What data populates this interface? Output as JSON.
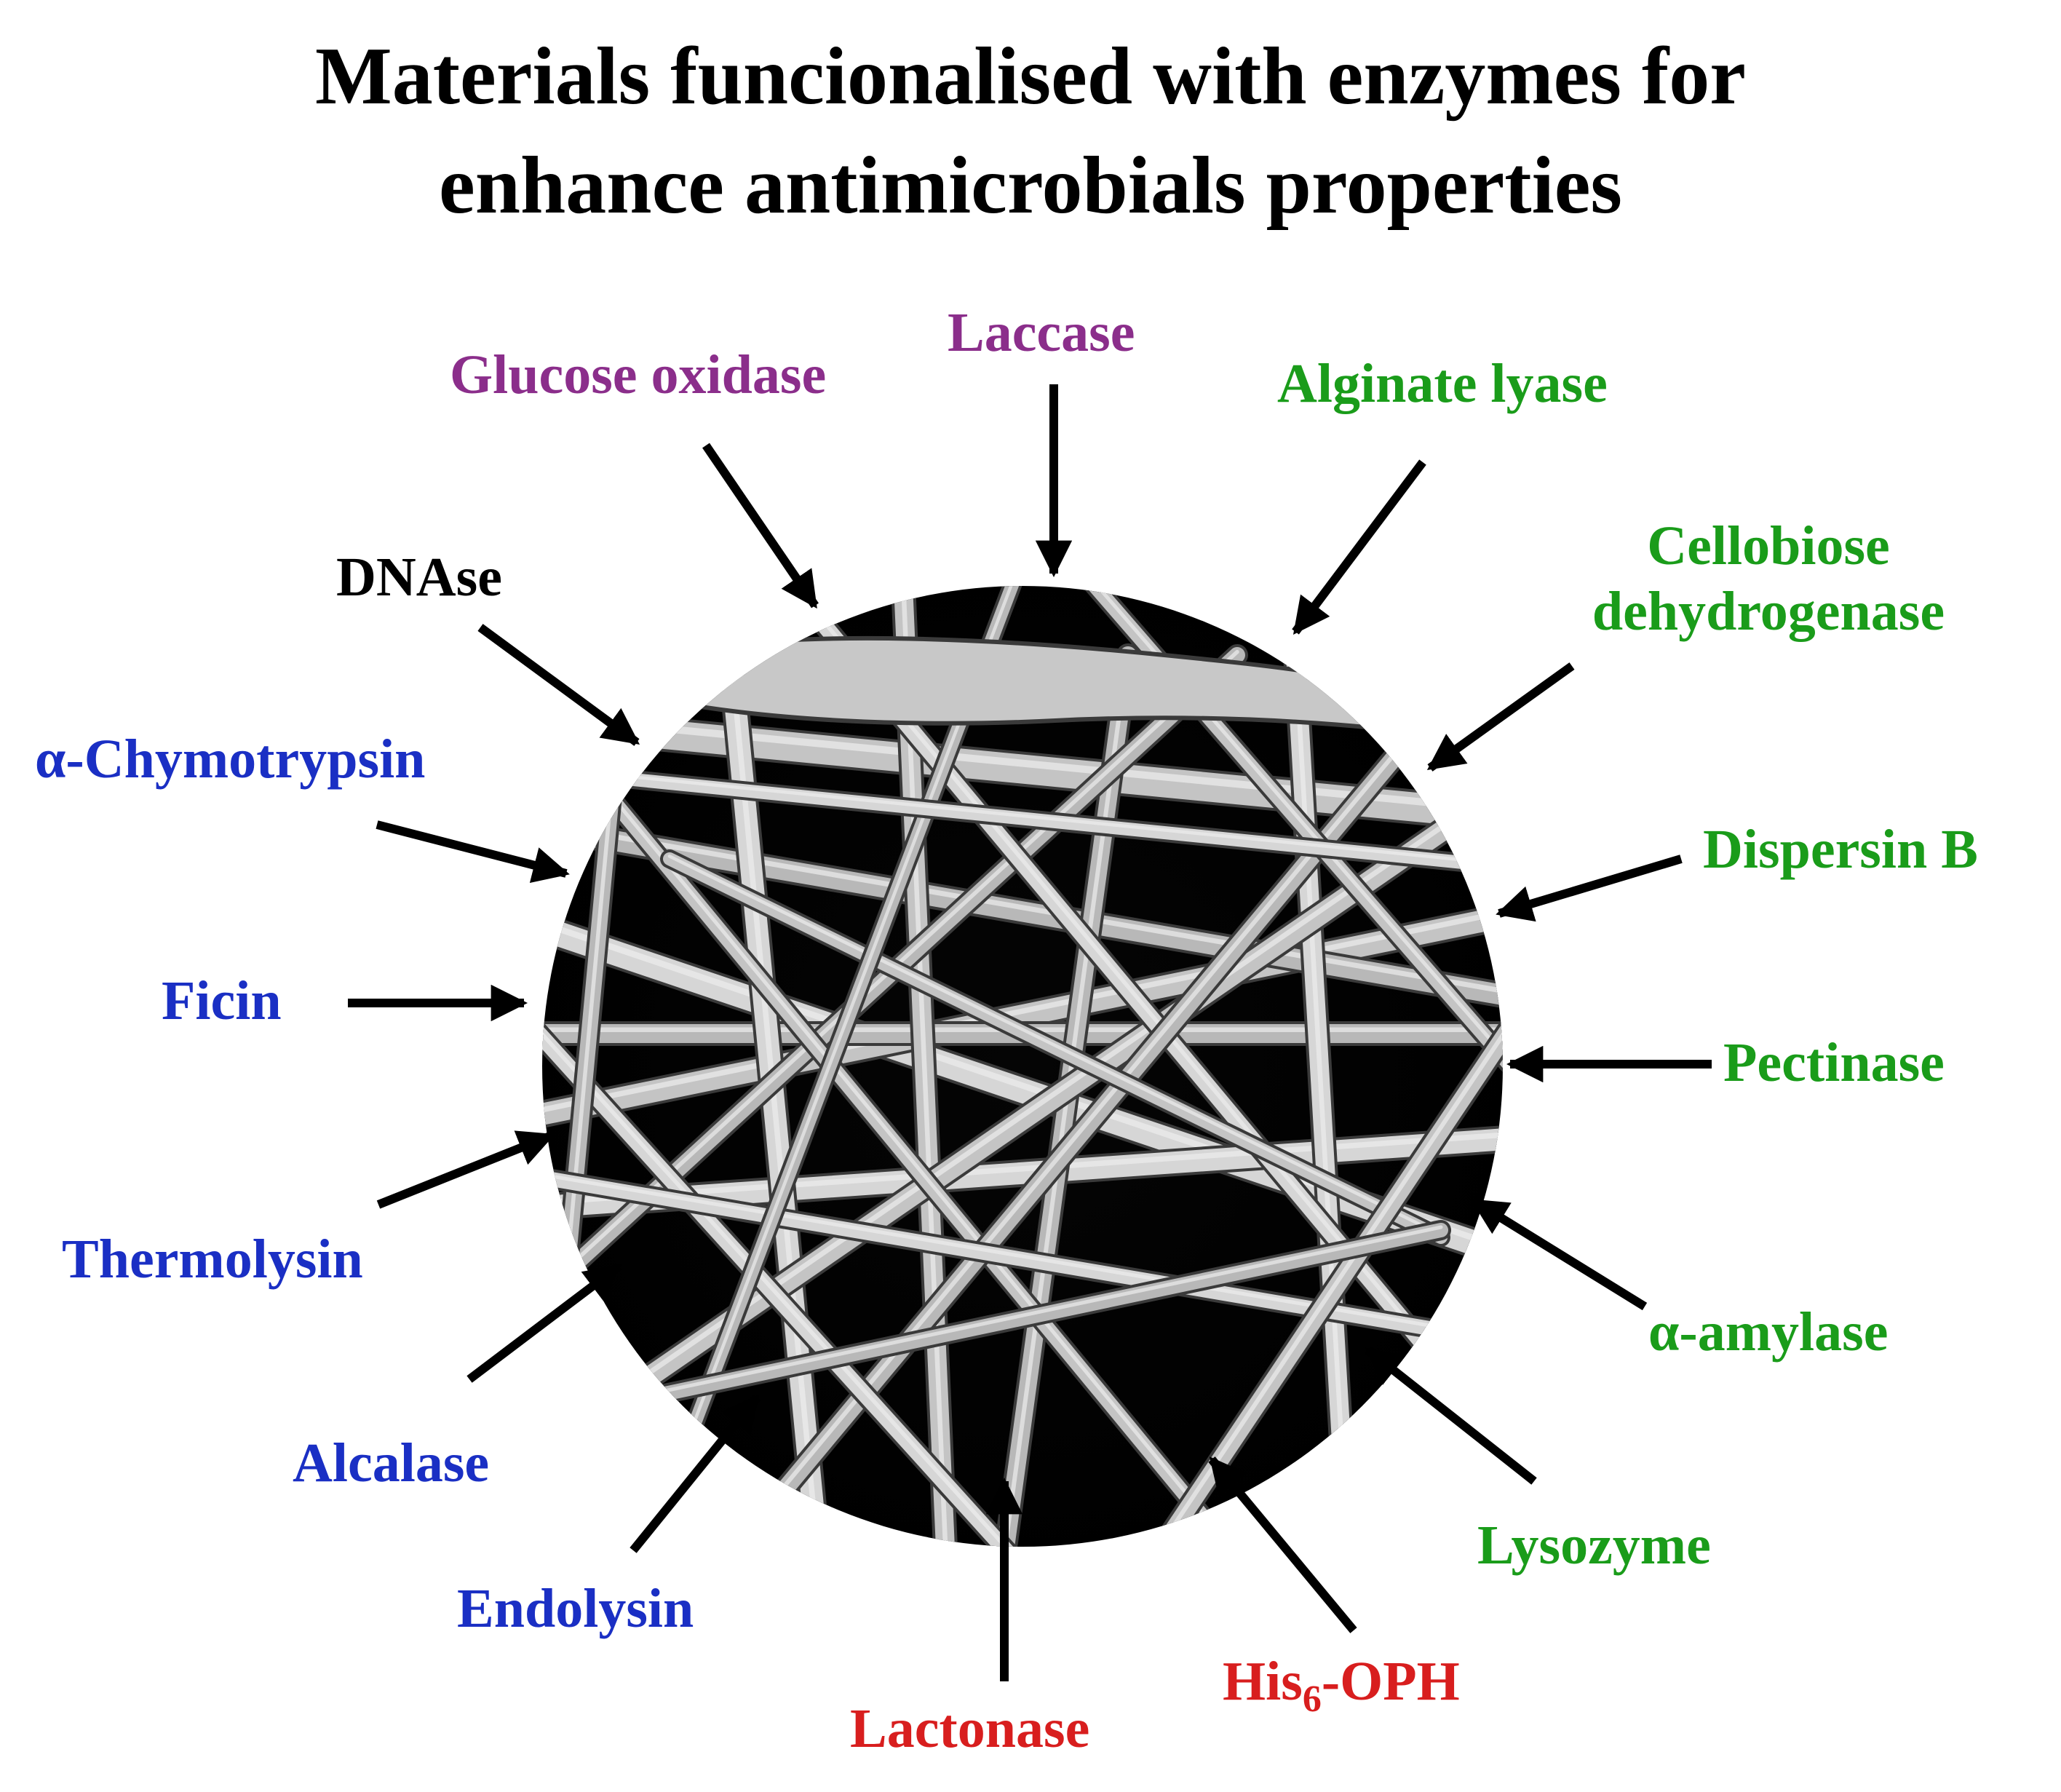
{
  "title": {
    "line1": "Materials funcionalised with enzymes for",
    "line2": "enhance antimicrobials properties"
  },
  "colors": {
    "purple": "#8b2e8b",
    "green": "#1a9c1a",
    "blue": "#1a2fc4",
    "red": "#d81e1e",
    "black": "#000000",
    "arrow": "#000000"
  },
  "image": {
    "kind": "scanning electron micrograph of a nanofibre mat"
  },
  "enzymes": [
    {
      "id": "glucose-oxidase",
      "label": "Glucose oxidase",
      "color_group": "purple"
    },
    {
      "id": "laccase",
      "label": "Laccase",
      "color_group": "purple"
    },
    {
      "id": "alginate-lyase",
      "label": "Alginate lyase",
      "color_group": "green"
    },
    {
      "id": "cellobiose-dehydrogenase",
      "label_line1": "Cellobiose",
      "label_line2": "dehydrogenase",
      "color_group": "green"
    },
    {
      "id": "dispersin-b",
      "label": "Dispersin B",
      "color_group": "green"
    },
    {
      "id": "pectinase",
      "label": "Pectinase",
      "color_group": "green"
    },
    {
      "id": "alpha-amylase",
      "label": "α-amylase",
      "color_group": "green"
    },
    {
      "id": "lysozyme",
      "label": "Lysozyme",
      "color_group": "green"
    },
    {
      "id": "his6-oph",
      "label_main": "His",
      "label_sub": "6",
      "label_tail": "-OPH",
      "color_group": "red"
    },
    {
      "id": "lactonase",
      "label": "Lactonase",
      "color_group": "red"
    },
    {
      "id": "endolysin",
      "label": "Endolysin",
      "color_group": "blue"
    },
    {
      "id": "alcalase",
      "label": "Alcalase",
      "color_group": "blue"
    },
    {
      "id": "thermolysin",
      "label": "Thermolysin",
      "color_group": "blue"
    },
    {
      "id": "ficin",
      "label": "Ficin",
      "color_group": "blue"
    },
    {
      "id": "alpha-chymotrypsin",
      "label": "α-Chymotrypsin",
      "color_group": "blue"
    },
    {
      "id": "dnase",
      "label": "DNAse",
      "color_group": "black"
    }
  ]
}
